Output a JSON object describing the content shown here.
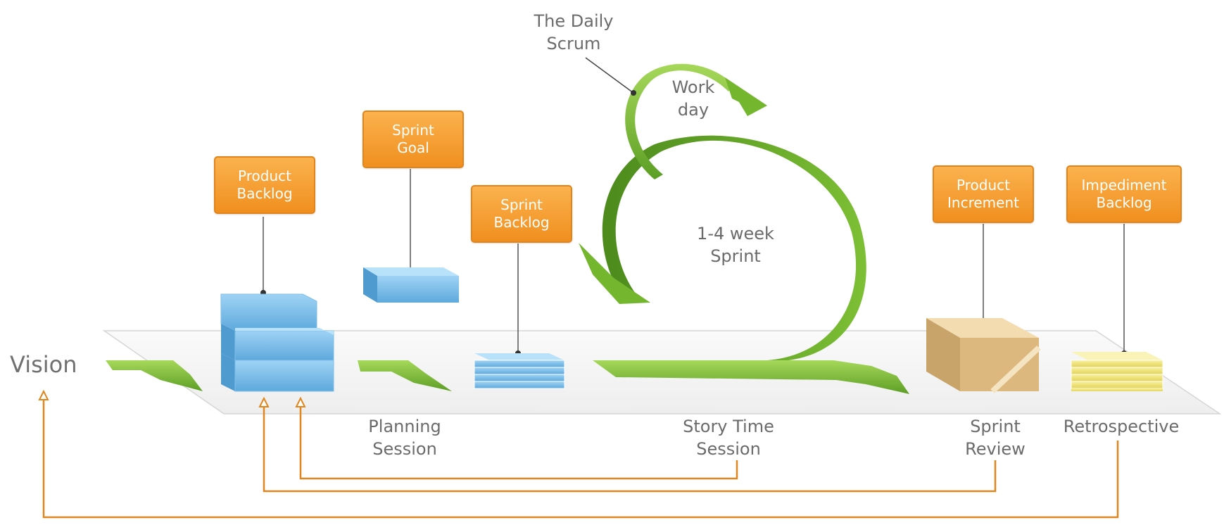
{
  "vision": "Vision",
  "daily_scrum": [
    "The Daily",
    "Scrum"
  ],
  "work_day": [
    "Work",
    "day"
  ],
  "sprint_length": [
    "1-4 week",
    "Sprint"
  ],
  "boxes": {
    "product_backlog": [
      "Product",
      "Backlog"
    ],
    "sprint_goal": [
      "Sprint",
      "Goal"
    ],
    "sprint_backlog": [
      "Sprint",
      "Backlog"
    ],
    "product_increment": [
      "Product",
      "Increment"
    ],
    "impediment_backlog": [
      "Impediment",
      "Backlog"
    ]
  },
  "stages": {
    "planning": [
      "Planning",
      "Session"
    ],
    "story_time": [
      "Story Time",
      "Session"
    ],
    "review": [
      "Sprint",
      "Review"
    ],
    "retrospective": "Retrospective"
  },
  "colors": {
    "orange": "#f08f1f",
    "green": "#6fb82f",
    "blue": "#6db3e2",
    "yellow": "#f1e46f",
    "tan": "#e6c98e",
    "line_orange": "#e0861f"
  }
}
